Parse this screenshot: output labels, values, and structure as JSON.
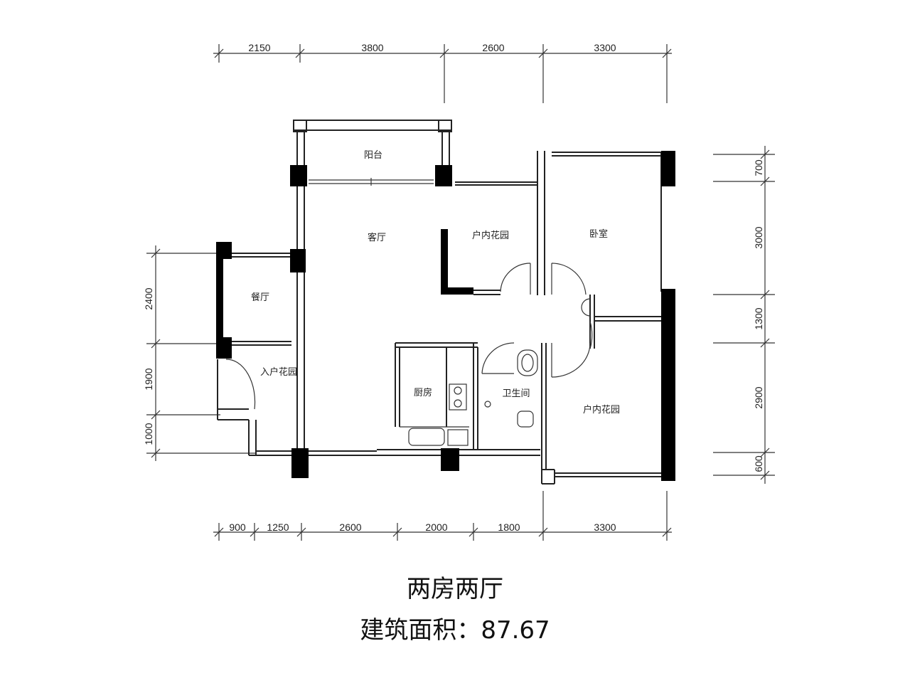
{
  "dimensions": {
    "top": [
      "2150",
      "3800",
      "2600",
      "3300"
    ],
    "bottom": [
      "900",
      "1250",
      "2600",
      "2000",
      "1800",
      "3300"
    ],
    "left": [
      "2400",
      "1900",
      "1000"
    ],
    "right": [
      "700",
      "3000",
      "1300",
      "2900",
      "600"
    ]
  },
  "rooms": {
    "balcony": "阳台",
    "living": "客厅",
    "garden_top": "户内花园",
    "bedroom": "卧室",
    "dining": "餐厅",
    "entry_garden": "入户花园",
    "kitchen": "厨房",
    "bathroom": "卫生间",
    "garden_right": "户内花园"
  },
  "caption": {
    "type": "两房两厅",
    "area": "建筑面积：87.67"
  }
}
